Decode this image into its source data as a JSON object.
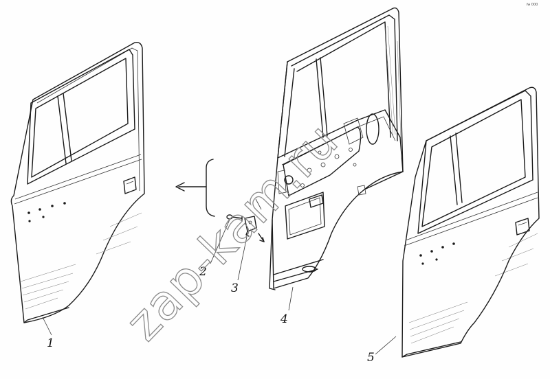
{
  "diagram": {
    "callouts": [
      {
        "id": "door-left",
        "label": "1"
      },
      {
        "id": "pin",
        "label": "2"
      },
      {
        "id": "hinge",
        "label": "3"
      },
      {
        "id": "door-frame",
        "label": "4"
      },
      {
        "id": "door-right",
        "label": "5"
      }
    ],
    "watermark": "zap-kam.ru",
    "corner_mark": "№ 000"
  }
}
